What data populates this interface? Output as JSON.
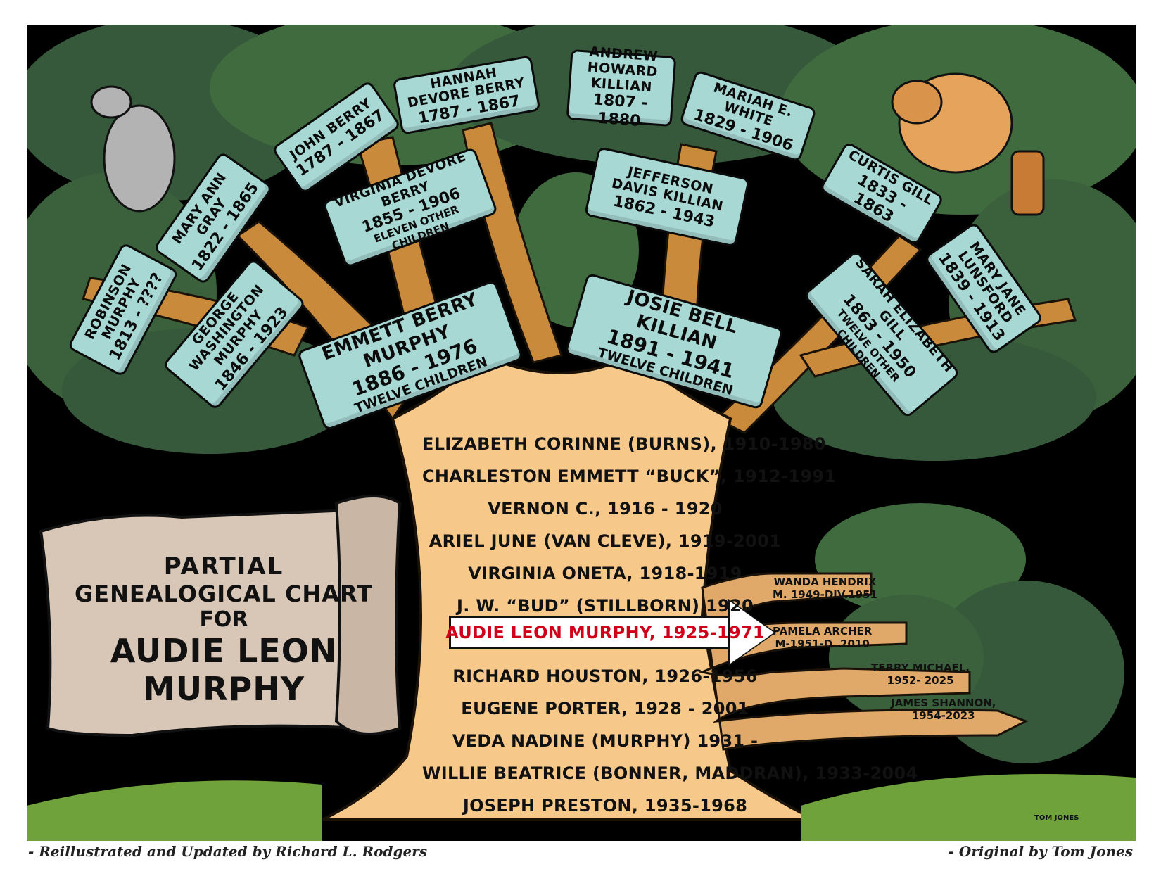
{
  "colors": {
    "background": "#000000",
    "banner": "#a8d8d4",
    "trunk": "#f6c98b",
    "bark": "#c98a3c",
    "leaves": "#3f6b3e",
    "highlight_text": "#d0021b"
  },
  "ancestors": [
    {
      "id": "robinson",
      "name": "Robinson Murphy",
      "dates": "1813 - ????",
      "children_note": ""
    },
    {
      "id": "mary-ann",
      "name": "Mary Ann Gray",
      "dates": "1822 - 1865",
      "children_note": ""
    },
    {
      "id": "john-berry",
      "name": "John Berry",
      "dates": "1787 - 1867",
      "children_note": ""
    },
    {
      "id": "hannah",
      "name": "Hannah Devore Berry",
      "dates": "1787 - 1867",
      "children_note": ""
    },
    {
      "id": "andrew",
      "name": "Andrew Howard Killian",
      "dates": "1807 - 1880",
      "children_note": ""
    },
    {
      "id": "mariah",
      "name": "Mariah E. White",
      "dates": "1829 - 1906",
      "children_note": ""
    },
    {
      "id": "curtis",
      "name": "Curtis Gill",
      "dates": "1833 - 1863",
      "children_note": ""
    },
    {
      "id": "mary-jane",
      "name": "Mary Jane Lunsford",
      "dates": "1839 - 1913",
      "children_note": ""
    },
    {
      "id": "george",
      "name": "George Washington Murphy",
      "dates": "1846 - 1923",
      "children_note": ""
    },
    {
      "id": "virginia",
      "name": "Virginia Devore Berry",
      "dates": "1855 - 1906",
      "children_note": "Eleven Other Children"
    },
    {
      "id": "jefferson",
      "name": "Jefferson Davis Killian",
      "dates": "1862 - 1943",
      "children_note": ""
    },
    {
      "id": "sarah",
      "name": "Sarah Elizabeth Gill",
      "dates": "1863 - 1950",
      "children_note": "Twelve Other Children"
    },
    {
      "id": "emmett",
      "name": "Emmett Berry Murphy",
      "dates": "1886 - 1976",
      "children_note": "Twelve Children"
    },
    {
      "id": "josie",
      "name": "Josie Bell Killian",
      "dates": "1891 - 1941",
      "children_note": "Twelve Children"
    }
  ],
  "children": [
    "Elizabeth Corinne (Burns), 1910-1980",
    "Charleston Emmett “Buck”, 1912-1991",
    "Vernon C., 1916 - 1920",
    "Ariel June (Van Cleve), 1919-2001",
    "Virginia Oneta, 1918-1919",
    "J. W. “Bud” (stillborn) 1920",
    "Audie Leon Murphy, 1925-1971",
    "Richard Houston, 1926-1956",
    "Eugene Porter, 1928 - 2001",
    "Veda Nadine (Murphy) 1931 -",
    "Willie Beatrice (Bonner, Maddran), 1933-2004",
    "Joseph Preston, 1935-1968"
  ],
  "highlight_child_index": 6,
  "audie_family": [
    {
      "line1": "Wanda  Hendrix",
      "line2": "M. 1949-Div.1951"
    },
    {
      "line1": "Pamela Archer",
      "line2": "M-1951-D. 2010"
    },
    {
      "line1": "Terry Michael,",
      "line2": "1952- 2025"
    },
    {
      "line1": "James Shannon,",
      "line2": "1954-2023"
    }
  ],
  "title_scroll": {
    "line1": "Partial",
    "line2": "Genealogical Chart",
    "line3": "For",
    "line4": "Audie Leon Murphy"
  },
  "credits": {
    "left": "- Reillustrated and Updated by Richard L. Rodgers",
    "right": "- Original by Tom Jones",
    "signature": "Tom Jones"
  }
}
